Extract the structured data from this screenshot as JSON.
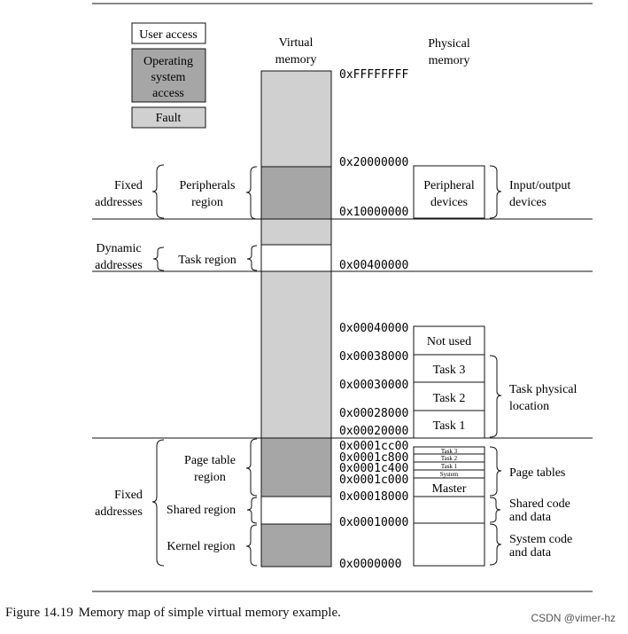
{
  "legend": {
    "user_access": "User access",
    "os_access_line1": "Operating",
    "os_access_line2": "system",
    "os_access_line3": "access",
    "fault": "Fault"
  },
  "headers": {
    "virtual_line1": "Virtual",
    "virtual_line2": "memory",
    "physical_line1": "Physical",
    "physical_line2": "memory"
  },
  "addresses": {
    "a_ffffffff": "0xFFFFFFFF",
    "a_20000000": "0x20000000",
    "a_10000000": "0x10000000",
    "a_00400000": "0x00400000",
    "a_00040000": "0x00040000",
    "a_00038000": "0x00038000",
    "a_00030000": "0x00030000",
    "a_00028000": "0x00028000",
    "a_00020000": "0x00020000",
    "a_0001cc00": "0x0001cc00",
    "a_0001c800": "0x0001c800",
    "a_0001c400": "0x0001c400",
    "a_0001c000": "0x0001c000",
    "a_00018000": "0x00018000",
    "a_00010000": "0x00010000",
    "a_0000000": "0x0000000"
  },
  "regions": {
    "peripherals_line1": "Peripherals",
    "peripherals_line2": "region",
    "task_region": "Task region",
    "page_table_line1": "Page table",
    "page_table_line2": "region",
    "shared_region": "Shared region",
    "kernel_region": "Kernel region"
  },
  "groups": {
    "fixed_top_line1": "Fixed",
    "fixed_top_line2": "addresses",
    "dynamic_line1": "Dynamic",
    "dynamic_line2": "addresses",
    "fixed_bottom_line1": "Fixed",
    "fixed_bottom_line2": "addresses"
  },
  "physical": {
    "peripheral_devices_line1": "Peripheral",
    "peripheral_devices_line2": "devices",
    "not_used": "Not used",
    "task3": "Task 3",
    "task2": "Task 2",
    "task1": "Task 1",
    "pt_task3": "Task 3",
    "pt_task2": "Task 2",
    "pt_task1": "Task 1",
    "pt_system": "System",
    "master": "Master"
  },
  "right_labels": {
    "io_line1": "Input/output",
    "io_line2": "devices",
    "task_physical_line1": "Task physical",
    "task_physical_line2": "location",
    "page_tables": "Page tables",
    "shared_code_line1": "Shared code",
    "shared_code_line2": "and data",
    "system_code_line1": "System code",
    "system_code_line2": "and data"
  },
  "caption": {
    "number": "Figure 14.19",
    "text": "Memory map of simple virtual memory example."
  },
  "watermark": "CSDN @vimer-hz",
  "colors": {
    "user_access": "#ffffff",
    "os_access": "#a6a6a6",
    "fault": "#d0d0d0",
    "line": "#111111"
  }
}
